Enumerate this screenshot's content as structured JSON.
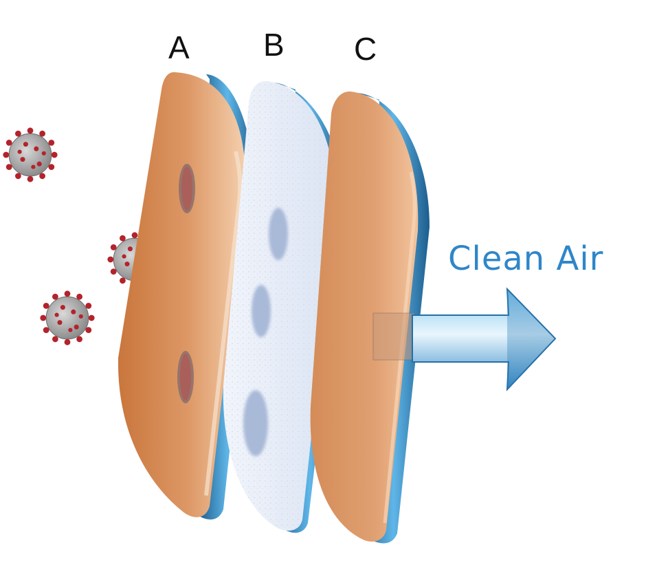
{
  "labels": {
    "layer_a": "A",
    "layer_b": "B",
    "layer_c": "C",
    "output": "Clean Air"
  },
  "colors": {
    "outer_layer": "#d98f5c",
    "middle_layer": "#e8eef8",
    "edge": "#2f7fb6",
    "virus": "#b4232b",
    "arrow": "#3a9bd5",
    "text_accent": "#2e86c9"
  },
  "icons": [
    "virus-icon",
    "trapped-particle-icon",
    "arrow-right-icon"
  ]
}
